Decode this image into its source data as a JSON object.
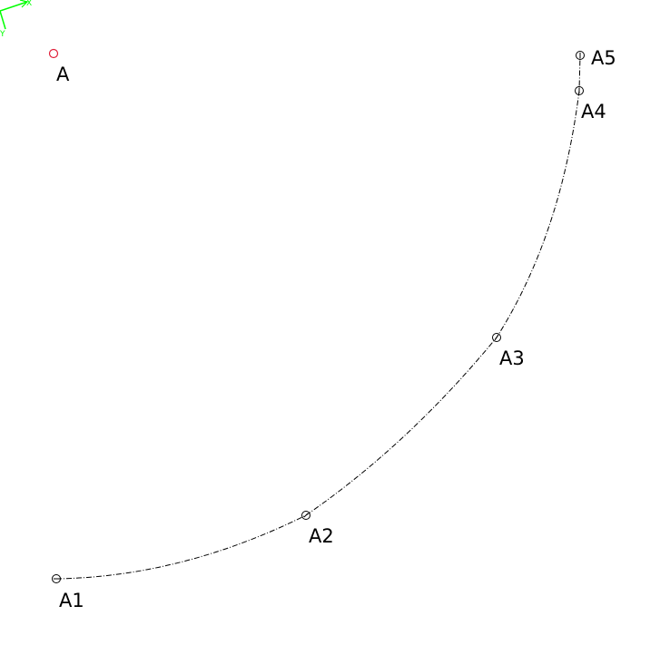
{
  "colors": {
    "background": "#ffffff",
    "curve": "#000000",
    "point_outline": "#000000",
    "reference_point": "#e0203a",
    "axis_gizmo": "#00ff00"
  },
  "axis_gizmo": {
    "x_label": "X",
    "y_label": "Y"
  },
  "reference_point": {
    "label": "A"
  },
  "curve": {
    "style": "dash-dot",
    "points": [
      {
        "label": "A1"
      },
      {
        "label": "A2"
      },
      {
        "label": "A3"
      },
      {
        "label": "A4"
      },
      {
        "label": "A5"
      }
    ]
  }
}
